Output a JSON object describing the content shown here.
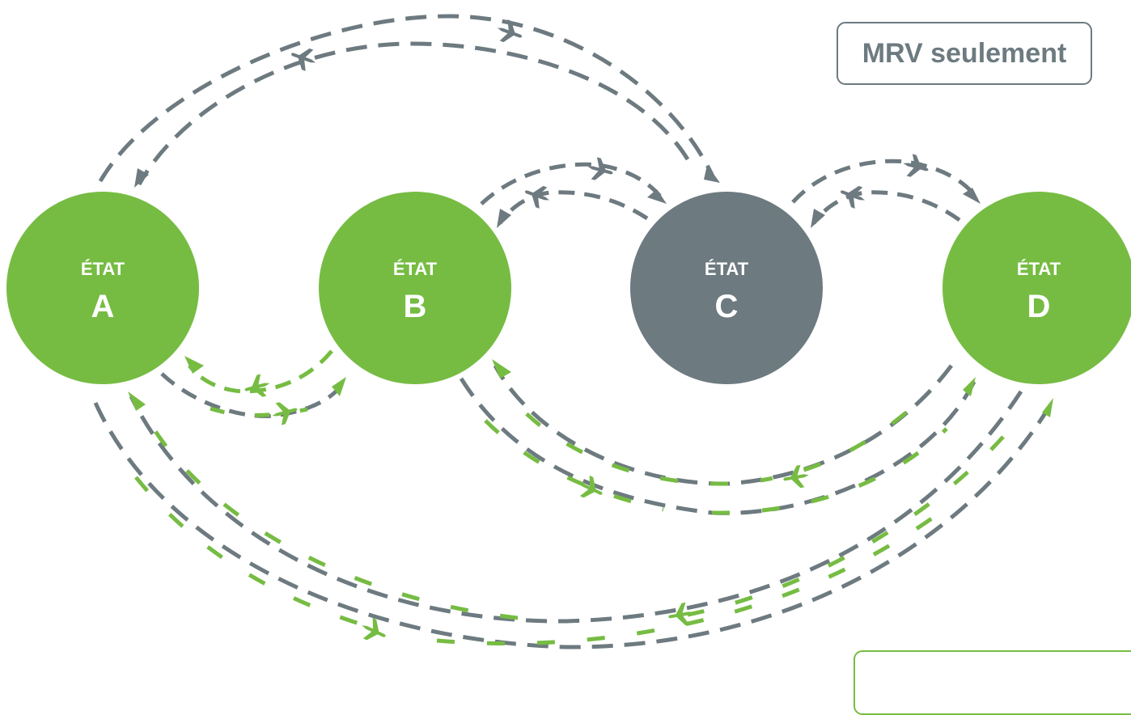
{
  "colors": {
    "green": "#76bc43",
    "grey": "#6d7a80",
    "white": "#ffffff"
  },
  "legend": {
    "label": "MRV seulement"
  },
  "states": [
    {
      "id": "A",
      "word": "ÉTAT",
      "letter": "A",
      "color": "green"
    },
    {
      "id": "B",
      "word": "ÉTAT",
      "letter": "B",
      "color": "green"
    },
    {
      "id": "C",
      "word": "ÉTAT",
      "letter": "C",
      "color": "grey"
    },
    {
      "id": "D",
      "word": "ÉTAT",
      "letter": "D",
      "color": "green"
    }
  ],
  "flights": [
    {
      "from": "A",
      "to": "C",
      "color": "grey"
    },
    {
      "from": "C",
      "to": "A",
      "color": "grey"
    },
    {
      "from": "B",
      "to": "C",
      "color": "grey"
    },
    {
      "from": "C",
      "to": "B",
      "color": "grey"
    },
    {
      "from": "C",
      "to": "D",
      "color": "grey"
    },
    {
      "from": "D",
      "to": "C",
      "color": "grey"
    },
    {
      "from": "A",
      "to": "B",
      "color": "green"
    },
    {
      "from": "B",
      "to": "A",
      "color": "green"
    },
    {
      "from": "B",
      "to": "D",
      "color": "green"
    },
    {
      "from": "D",
      "to": "B",
      "color": "green"
    },
    {
      "from": "A",
      "to": "D",
      "color": "green"
    },
    {
      "from": "D",
      "to": "A",
      "color": "green"
    }
  ]
}
